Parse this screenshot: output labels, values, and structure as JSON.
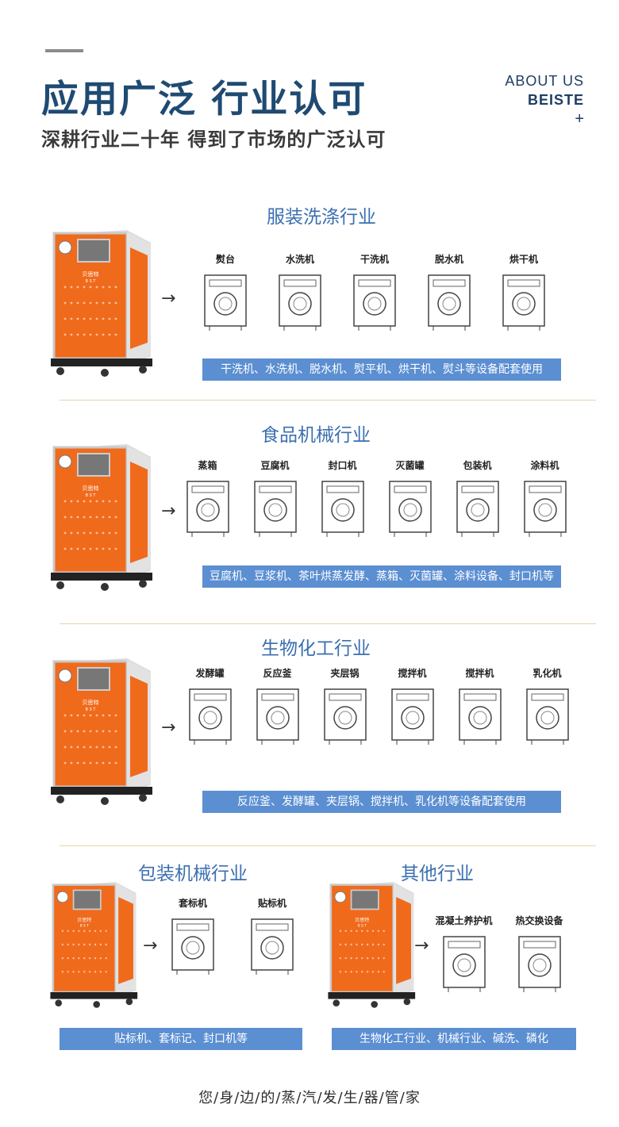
{
  "header": {
    "title": "应用广泛 行业认可",
    "subtitle": "深耕行业二十年 得到了市场的广泛认可",
    "about_line1": "ABOUT US",
    "about_line2": "BEISTE",
    "about_plus": "+"
  },
  "boiler": {
    "logo_text": "贝思特",
    "logo_sub": "B S T"
  },
  "sections": {
    "laundry": {
      "title": "服装洗涤行业",
      "caption": "干洗机、水洗机、脱水机、熨平机、烘干机、熨斗等设备配套使用",
      "machines": [
        "熨台",
        "水洗机",
        "干洗机",
        "脱水机",
        "烘干机"
      ]
    },
    "food": {
      "title": "食品机械行业",
      "caption": "豆腐机、豆浆机、茶叶烘蒸发酵、蒸箱、灭菌罐、涂料设备、封口机等",
      "machines": [
        "蒸箱",
        "豆腐机",
        "封口机",
        "灭菌罐",
        "包装机",
        "涂料机"
      ]
    },
    "biochem": {
      "title": "生物化工行业",
      "caption": "反应釜、发酵罐、夹层锅、搅拌机、乳化机等设备配套使用",
      "machines": [
        "发酵罐",
        "反应釜",
        "夹层锅",
        "搅拌机",
        "搅拌机",
        "乳化机"
      ]
    },
    "packaging": {
      "title": "包装机械行业",
      "caption": "贴标机、套标记、封口机等",
      "machines": [
        "套标机",
        "贴标机"
      ]
    },
    "other": {
      "title": "其他行业",
      "caption": "生物化工行业、机械行业、碱洗、磷化",
      "machines": [
        "混凝土养护机",
        "热交换设备"
      ]
    }
  },
  "icons": {
    "arrow": "→"
  },
  "footer": {
    "slogan": "您/身/边/的/蒸/汽/发/生/器/管/家"
  },
  "colors": {
    "title_blue": "#1f4a72",
    "section_blue": "#3b6fb0",
    "caption_bg": "#5b8fd2",
    "boiler_orange": "#f06a1c"
  }
}
